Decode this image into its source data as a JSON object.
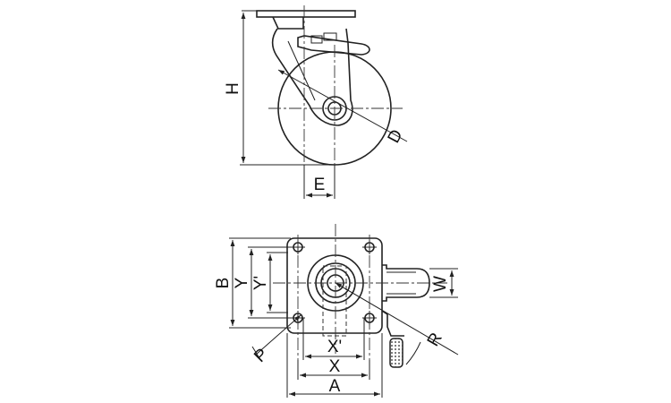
{
  "labels": {
    "H": "H",
    "D": "D",
    "E": "E",
    "B": "B",
    "Y": "Y",
    "Y_prime": "Y'",
    "W": "W",
    "P": "P",
    "R": "R",
    "X_prime": "X'",
    "X": "X",
    "A": "A"
  }
}
